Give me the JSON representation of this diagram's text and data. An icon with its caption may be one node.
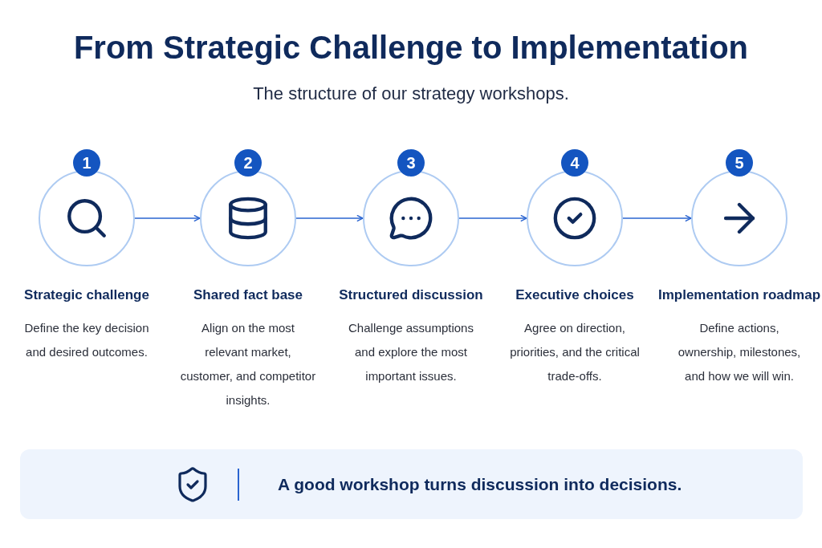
{
  "diagram": {
    "title": "From Strategic Challenge to Implementation",
    "nodes": [
      {
        "text": [],
        "shape": "circle",
        "beside": [
          "1",
          "Strategic challenge",
          "Define the key decision and desired outcomes."
        ]
      },
      {
        "text": [],
        "shape": "circle",
        "beside": [
          "2",
          "Shared fact base",
          "Align on the most relevant market, customer, and competitor insights."
        ]
      },
      {
        "text": [],
        "shape": "circle",
        "beside": [
          "3",
          "Structured discussion",
          "Challenge assumptions and explore the most important issues."
        ]
      },
      {
        "text": [],
        "shape": "circle",
        "beside": [
          "4",
          "Executive choices",
          "Agree on direction, priorities, and the critical trade-offs."
        ]
      },
      {
        "text": [],
        "shape": "circle",
        "beside": [
          "5",
          "Implementation roadmap",
          "Define actions, ownership, milestones, and how we will win."
        ]
      },
      {
        "text": [
          "A good workshop turns discussion into decisions."
        ]
      }
    ],
    "edges": [
      {
        "from": 0,
        "to": 1,
        "arrow": "to"
      },
      {
        "from": 1,
        "to": 2,
        "arrow": "to"
      },
      {
        "from": 2,
        "to": 3,
        "arrow": "to"
      },
      {
        "from": 3,
        "to": 4,
        "arrow": "to"
      }
    ],
    "labels": [
      "The structure of our strategy workshops."
    ]
  }
}
